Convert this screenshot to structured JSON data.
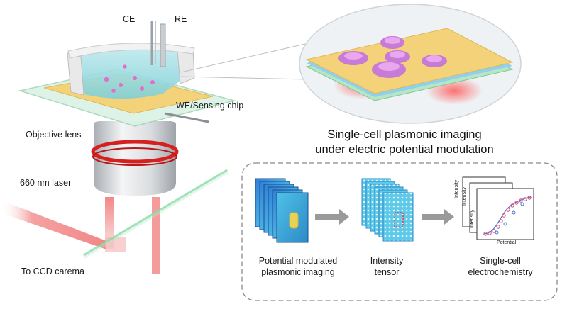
{
  "labels": {
    "ce": "CE",
    "re": "RE",
    "we": "WE/Sensing chip",
    "objective": "Objective lens",
    "laser": "660 nm laser",
    "ccd": "To CCD carema"
  },
  "title": {
    "line1": "Single-cell plasmonic imaging",
    "line2": "under electric potential modulation"
  },
  "workflow": {
    "step1": {
      "line1": "Potential modulated",
      "line2": "plasmonic imaging"
    },
    "step2": {
      "line1": "Intensity",
      "line2": "tensor"
    },
    "step3": {
      "line1": "Single-cell",
      "line2": "electrochemistry"
    },
    "plot": {
      "ylabel": "Intensity",
      "xlabel": "Potential"
    }
  },
  "colors": {
    "gold": "#f3d27a",
    "solution": "#8fd6dc",
    "laser": "#e84a4a",
    "green_beam": "#5fd08a",
    "cell": "#c77ad6",
    "ring": "#d62020"
  }
}
